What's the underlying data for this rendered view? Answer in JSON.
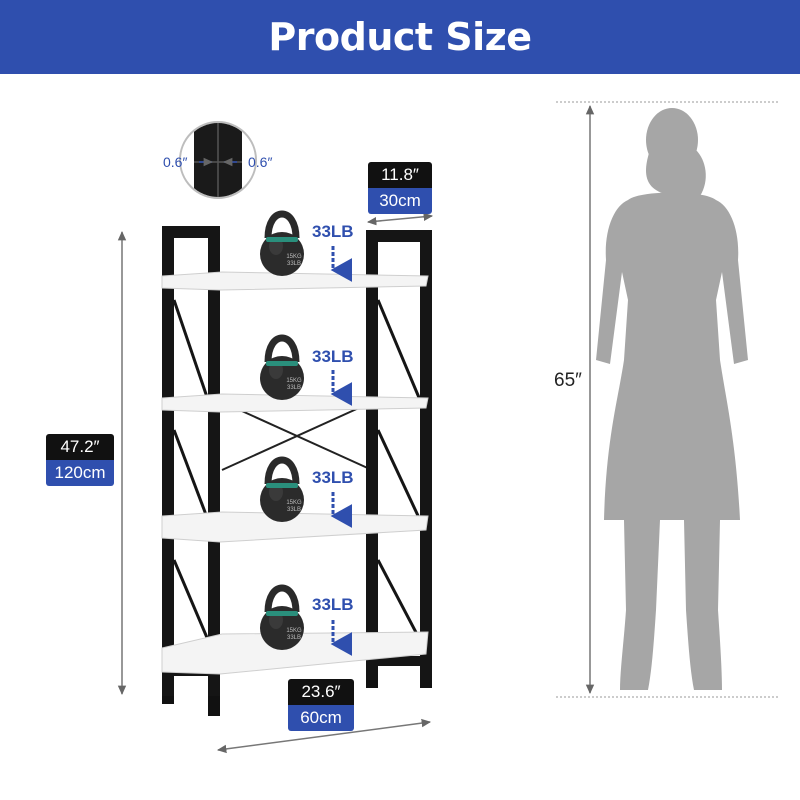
{
  "banner": {
    "title": "Product Size",
    "color": "#2f4fae"
  },
  "thickness": {
    "left": "0.6″",
    "right": "0.6″"
  },
  "depth": {
    "inches": "11.8″",
    "cm": "30cm"
  },
  "height": {
    "inches": "47.2″",
    "cm": "120cm"
  },
  "width": {
    "inches": "23.6″",
    "cm": "60cm"
  },
  "person_height": "65″",
  "load_label": "33LB",
  "kettlebell_marking": {
    "kg": "15KG",
    "lb": "33LB"
  },
  "colors": {
    "frame": "#151515",
    "shelf": "#f4f4f4",
    "accent": "#2f4fae",
    "silhouette": "#a6a6a6",
    "kettlebell_band": "#2a8f7c"
  }
}
